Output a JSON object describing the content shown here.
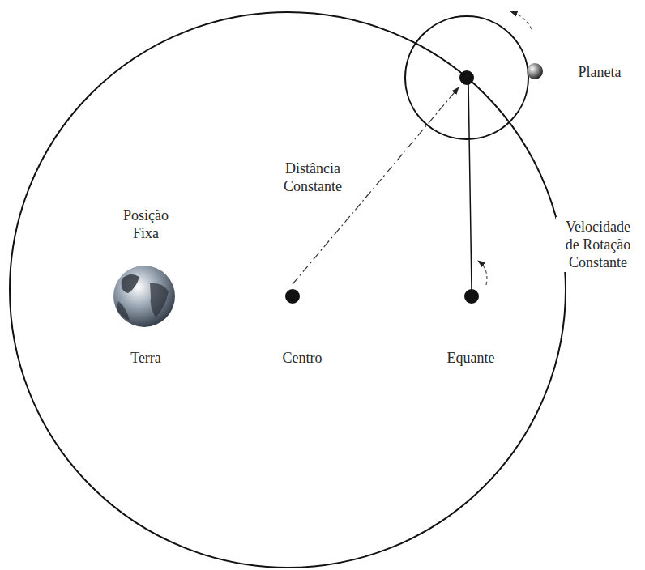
{
  "diagram": {
    "labels": [
      "Posição Fixa",
      "Terra",
      "Distância Constante",
      "Centro",
      "Equante",
      "Velocidade de Rotação Constante",
      "Planeta"
    ]
  }
}
